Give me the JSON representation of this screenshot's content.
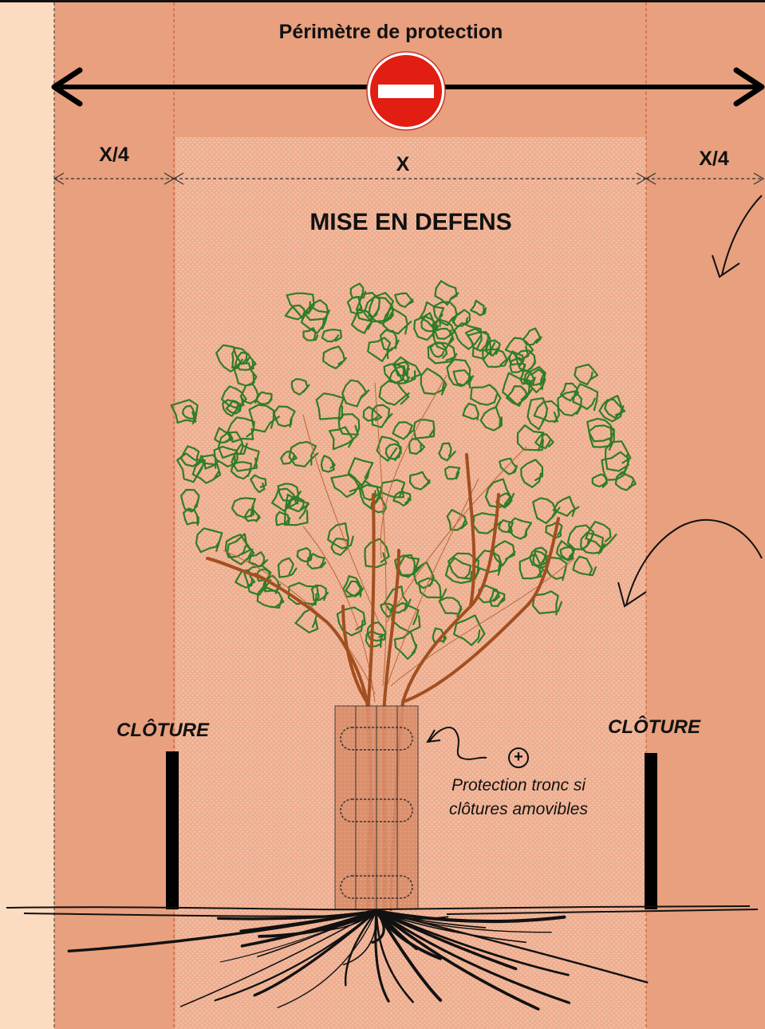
{
  "diagram": {
    "title": "Périmètre de protection",
    "dimensions": {
      "left": "X/4",
      "center": "X",
      "right": "X/4"
    },
    "zone_label": "MISE EN DEFENS",
    "fence_left": "CLÔTURE",
    "fence_right": "CLÔTURE",
    "note_symbol": "+",
    "note": "Protection tronc si clôtures amovibles",
    "icons": {
      "sign": "no-entry-sign-icon",
      "tree": "tree-icon",
      "roots": "roots-icon"
    },
    "colors": {
      "background": "#fbdcc1",
      "perimeter": "#e8a07e",
      "defens_zone": "#eeae90",
      "sign_red": "#e21d11",
      "foliage": "#2f7d26",
      "trunk": "#a24f1f"
    }
  }
}
